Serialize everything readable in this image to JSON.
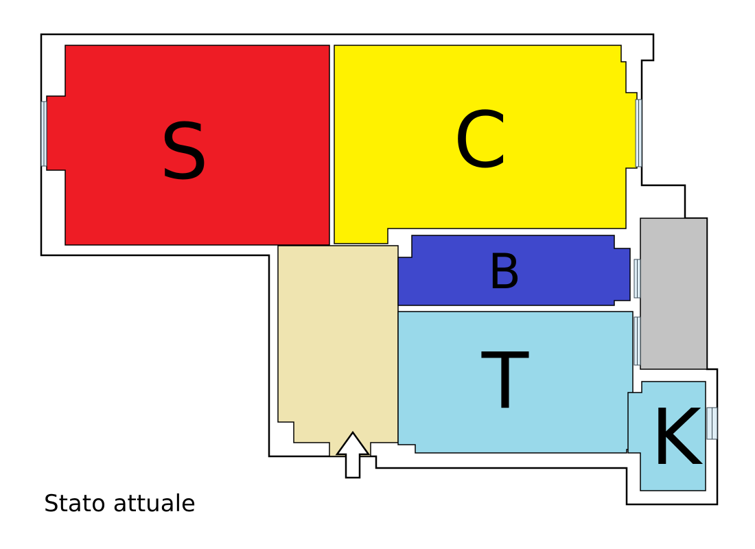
{
  "caption": "Stato attuale",
  "rooms": [
    {
      "id": "S",
      "label": "S",
      "color": "#ee1c25"
    },
    {
      "id": "C",
      "label": "C",
      "color": "#fff200"
    },
    {
      "id": "B",
      "label": "B",
      "color": "#3f48cc"
    },
    {
      "id": "T",
      "label": "T",
      "color": "#99d9ea"
    },
    {
      "id": "K",
      "label": "K",
      "color": "#99d9ea"
    }
  ],
  "colors": {
    "hallway": "#efe4b0",
    "balcony": "#c3c3c3",
    "walls": "#000000",
    "background": "#ffffff"
  },
  "icons": {
    "entrance": "up-arrow-icon"
  }
}
